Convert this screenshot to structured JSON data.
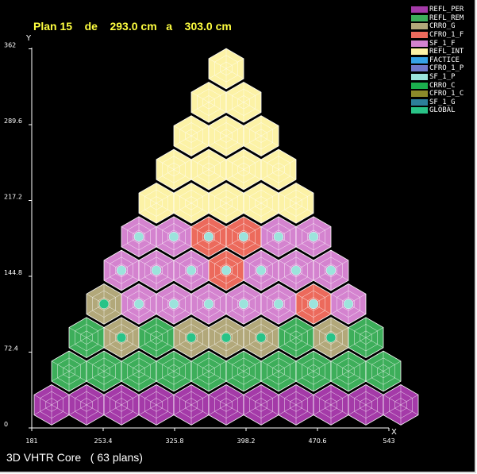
{
  "header": {
    "title": "Plan 15    de    293.0 cm   a    303.0 cm"
  },
  "footer": {
    "caption": "3D VHTR Core   ( 63 plans)"
  },
  "axes": {
    "y_label": "Y",
    "x_label": "X",
    "y_ticks": [
      "0",
      "72.4",
      "144.8",
      "217.2",
      "289.6",
      "362"
    ],
    "x_ticks": [
      "181",
      "253.4",
      "325.8",
      "398.2",
      "470.6",
      "543"
    ]
  },
  "colors": {
    "background": "#000000",
    "title": "#ffff40",
    "axis": "#ffffff",
    "mesh_line": "#ffffff"
  },
  "legend": [
    {
      "label": "REFL_PER",
      "color": "#a43aa8"
    },
    {
      "label": "REFL_REM",
      "color": "#3dae5a"
    },
    {
      "label": "CRRO_G",
      "color": "#b2a87a"
    },
    {
      "label": "CFRO_1_F",
      "color": "#ec6a5c"
    },
    {
      "label": "SF_1_F",
      "color": "#d483cf"
    },
    {
      "label": "REFL_INT",
      "color": "#fcf2a6"
    },
    {
      "label": "FACTICE",
      "color": "#35a3e6"
    },
    {
      "label": "CFRO_1_P",
      "color": "#6f78c9"
    },
    {
      "label": "SF_1_P",
      "color": "#9ce3dc"
    },
    {
      "label": "CRRO_C",
      "color": "#1bb04e"
    },
    {
      "label": "CFRO_1_C",
      "color": "#8b8a2a"
    },
    {
      "label": "SF_1_G",
      "color": "#2c7f9a"
    },
    {
      "label": "GLOBAL",
      "color": "#29c387"
    }
  ],
  "core_rows": [
    {
      "y": 22,
      "kinds": [
        "REFL_PER",
        "REFL_PER",
        "REFL_PER",
        "REFL_PER",
        "REFL_PER",
        "REFL_PER",
        "REFL_PER",
        "REFL_PER",
        "REFL_PER",
        "REFL_PER",
        "REFL_PER"
      ]
    },
    {
      "y": 54,
      "kinds": [
        "REFL_REM",
        "REFL_REM",
        "REFL_REM",
        "REFL_REM",
        "REFL_REM",
        "REFL_REM",
        "REFL_REM",
        "REFL_REM",
        "REFL_REM",
        "REFL_REM"
      ]
    },
    {
      "y": 86,
      "kinds": [
        "REFL_REM",
        "CRRO_G",
        "REFL_REM",
        "CRRO_G",
        "CRRO_G",
        "CRRO_G",
        "REFL_REM",
        "CRRO_G",
        "REFL_REM"
      ]
    },
    {
      "y": 118,
      "kinds": [
        "CRRO_G",
        "SF_1_F",
        "SF_1_F",
        "SF_1_F",
        "SF_1_F",
        "SF_1_F",
        "CFRO_1_F",
        "SF_1_F"
      ]
    },
    {
      "y": 150,
      "kinds": [
        "SF_1_F",
        "SF_1_F",
        "SF_1_F",
        "CFRO_1_F",
        "SF_1_F",
        "SF_1_F",
        "SF_1_F"
      ]
    },
    {
      "y": 182,
      "kinds": [
        "SF_1_F",
        "SF_1_F",
        "CFRO_1_F",
        "CFRO_1_F",
        "SF_1_F",
        "SF_1_F"
      ]
    },
    {
      "y": 214,
      "kinds": [
        "REFL_INT",
        "REFL_INT",
        "REFL_INT",
        "REFL_INT",
        "REFL_INT"
      ]
    },
    {
      "y": 246,
      "kinds": [
        "REFL_INT",
        "REFL_INT",
        "REFL_INT",
        "REFL_INT"
      ]
    },
    {
      "y": 278,
      "kinds": [
        "REFL_INT",
        "REFL_INT",
        "REFL_INT"
      ]
    },
    {
      "y": 310,
      "kinds": [
        "REFL_INT",
        "REFL_INT"
      ]
    },
    {
      "y": 342,
      "kinds": [
        "REFL_INT"
      ]
    }
  ]
}
